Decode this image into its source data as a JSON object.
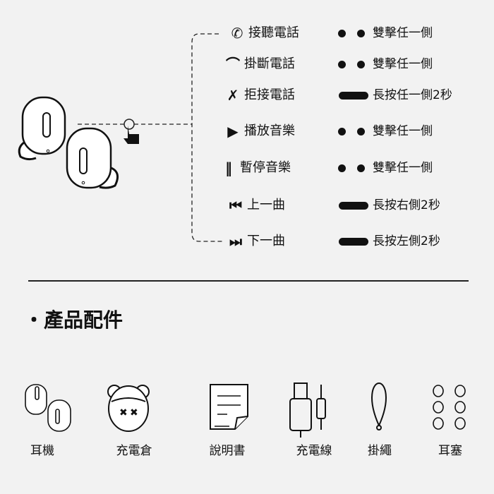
{
  "controls": [
    {
      "icon": "phone-answer-icon",
      "label": "接聽電話",
      "gesture": "double",
      "action": "雙擊任一側"
    },
    {
      "icon": "phone-hangup-icon",
      "label": "掛斷電話",
      "gesture": "double",
      "action": "雙擊任一側"
    },
    {
      "icon": "phone-reject-icon",
      "label": "拒接電話",
      "gesture": "long",
      "action": "長按任一側2秒"
    },
    {
      "icon": "play-icon",
      "label": "播放音樂",
      "gesture": "double",
      "action": "雙擊任一側"
    },
    {
      "icon": "pause-icon",
      "label": "暫停音樂",
      "gesture": "double",
      "action": "雙擊任一側"
    },
    {
      "icon": "previous-track-icon",
      "label": "上一曲",
      "gesture": "long",
      "action": "長按右側2秒"
    },
    {
      "icon": "next-track-icon",
      "label": "下一曲",
      "gesture": "long",
      "action": "長按左側2秒"
    }
  ],
  "accessories": {
    "bullet": "・",
    "title": "產品配件",
    "items": [
      {
        "icon": "earbuds-icon",
        "label": "耳機"
      },
      {
        "icon": "charging-case-icon",
        "label": "充電倉"
      },
      {
        "icon": "manual-icon",
        "label": "說明書"
      },
      {
        "icon": "charging-cable-icon",
        "label": "充電線"
      },
      {
        "icon": "lanyard-icon",
        "label": "掛繩"
      },
      {
        "icon": "ear-tips-icon",
        "label": "耳塞"
      }
    ]
  }
}
